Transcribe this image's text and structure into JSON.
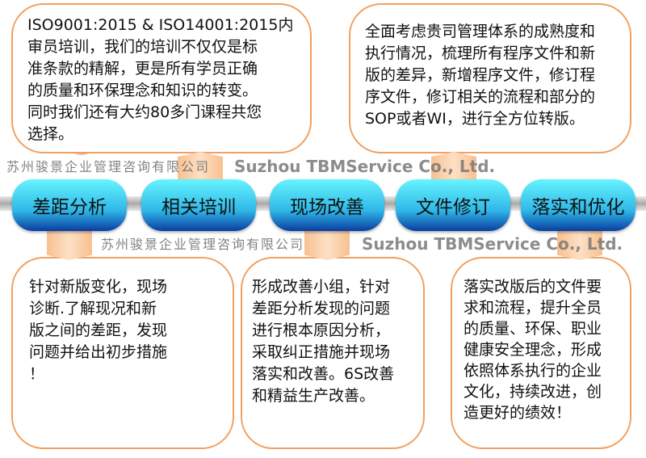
{
  "steps": [
    "差距分析",
    "相关培训",
    "现场改善",
    "文件修订",
    "落实和优化"
  ],
  "boxes": {
    "training": [
      "ISO9001:2015 & ISO14001:2015内",
      "审员培训，我们的培训不仅仅是标",
      "准条款的精解，更是所有学员正确",
      "的质量和环保理念和知识的转变。",
      "同时我们还有大约80多门课程共您",
      "选择。"
    ],
    "revision": [
      "全面考虑贵司管理体系的成熟度和",
      "执行情况，梳理所有程序文件和新",
      "版的差异，新增程序文件，修订程",
      "序文件，修订相关的流程和部分的",
      "SOP或者WI，进行全方位转版。"
    ],
    "gap": [
      "针对新版变化，现场",
      "诊断.了解现况和新",
      "版之间的差距，发现",
      "问题并给出初步措施",
      "！"
    ],
    "improve": [
      "形成改善小组，针对",
      "差距分析发现的问题",
      "进行根本原因分析，",
      "采取纠正措施并现场",
      "落实和改善。6S改善",
      "和精益生产改善。"
    ],
    "optimize": [
      "落实改版后的文件要",
      "求和流程，提升全员",
      "的质量、环保、职业",
      "健康安全理念，形成",
      "依照体系执行的企业",
      "文化，持续改进，创",
      "造更好的绩效！"
    ]
  },
  "watermark": {
    "cn": "苏州骏景企业管理咨询有限公司",
    "en": "Suzhou TBMService Co., Ltd."
  }
}
